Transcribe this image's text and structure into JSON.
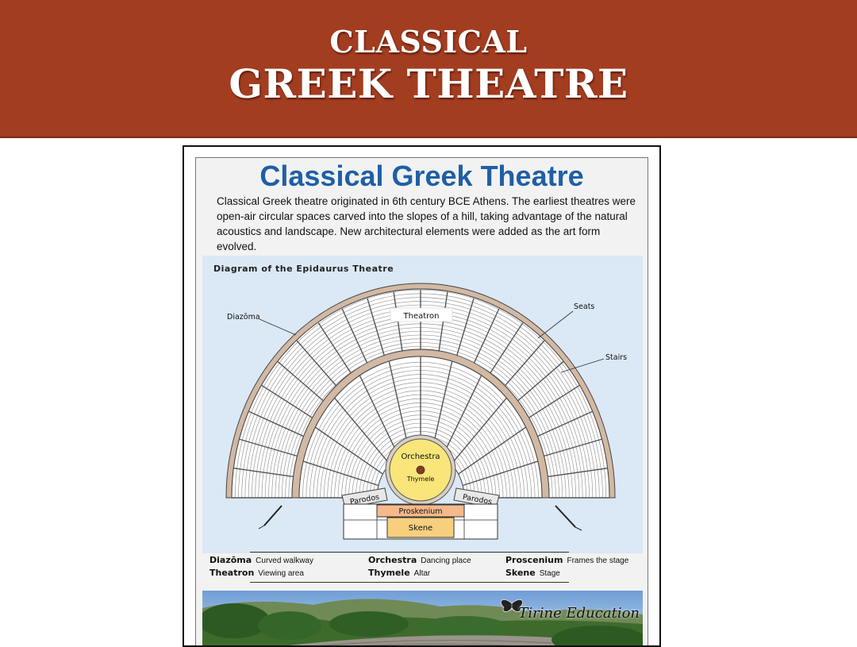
{
  "banner": {
    "line1": "CLASSICAL",
    "line2": "GREEK THEATRE"
  },
  "poster": {
    "title": "Classical Greek Theatre",
    "intro": "Classical Greek theatre originated in 6th century BCE Athens. The earliest theatres were open-air circular spaces carved into the slopes of a hill, taking advantage of the natural acoustics and landscape. New architectural elements were added as the art form evolved."
  },
  "diagram": {
    "title": "Diagram of the Epidaurus Theatre",
    "labels": {
      "diazoma": "Diazōma",
      "theatron": "Theatron",
      "seats": "Seats",
      "stairs": "Stairs",
      "orchestra": "Orchestra",
      "thymele": "Thymele",
      "parodos_left": "Parodos",
      "parodos_right": "Parodos",
      "proskenium": "Proskenium",
      "skene": "Skene"
    },
    "colors": {
      "seating": "#ffffff",
      "walkway": "#d2b9a4",
      "orchestra": "#f9e57a",
      "proskenium": "#f6b98b",
      "skene": "#f8cf7e",
      "background": "#dbe8f5"
    }
  },
  "legend": [
    {
      "term": "Diazōma",
      "desc": "Curved walkway"
    },
    {
      "term": "Theatron",
      "desc": "Viewing area"
    },
    {
      "term": "Orchestra",
      "desc": "Dancing place"
    },
    {
      "term": "Thymele",
      "desc": "Altar"
    },
    {
      "term": "Proscenium",
      "desc": "Frames the stage"
    },
    {
      "term": "Skene",
      "desc": "Stage"
    }
  ],
  "photo": {
    "brand": "Tirine Education",
    "icon": "butterfly-icon"
  }
}
